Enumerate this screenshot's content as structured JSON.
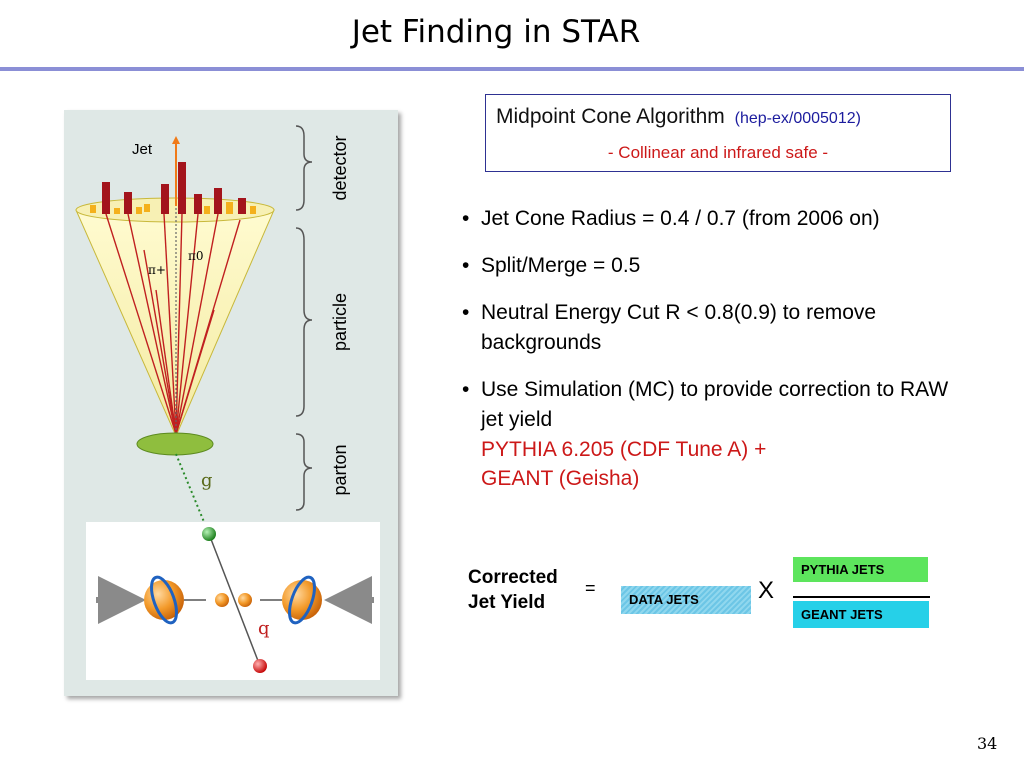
{
  "title": "Jet Finding in STAR",
  "page_number": "34",
  "algorithm_box": {
    "name": "Midpoint Cone Algorithm",
    "reference": "(hep-ex/0005012)",
    "note": "- Collinear and infrared safe -"
  },
  "bullets": [
    {
      "text": "Jet Cone Radius = 0.4 / 0.7 (from 2006 on)"
    },
    {
      "text": "Split/Merge = 0.5"
    },
    {
      "text": "Neutral Energy Cut R < 0.8(0.9) to remove backgrounds"
    },
    {
      "text": "Use Simulation (MC) to provide correction to RAW jet yield",
      "sub_lines": [
        "PYTHIA 6.205 (CDF Tune A) +",
        "GEANT (Geisha)"
      ]
    }
  ],
  "figure": {
    "jet_label": "Jet",
    "pi_plus_label": "π+",
    "pi_zero_label": "π0",
    "gluon_label": "g",
    "quark_label": "q",
    "level_labels": {
      "detector": "detector",
      "particle": "particle",
      "parton": "parton"
    }
  },
  "formula": {
    "label_line1": "Corrected",
    "label_line2": "Jet Yield",
    "equals": "=",
    "times": "X",
    "data_jets": "DATA  JETS",
    "pythia_jets": "PYTHIA  JETS",
    "geant_jets": "GEANT  JETS"
  },
  "colors": {
    "title_rule": "#8b8fd6",
    "algorithm_box_border": "#2e3192",
    "red_text": "#cc1818",
    "pythia_box": "#5de55d",
    "geant_box": "#26d0e8",
    "data_box": "#8fd7ee"
  }
}
